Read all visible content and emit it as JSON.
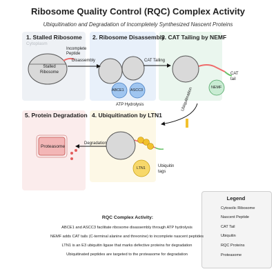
{
  "header": {
    "title": "Ribosome Quality Control (RQC) Complex Activity",
    "subtitle": "Ubiquitination and Degradation of Incompletely Synthesized Nascent Proteins"
  },
  "panels": {
    "p1": {
      "title": "1. Stalled Ribosome",
      "cytoplasm": "Cytoplasm",
      "ribosome_label": "Stalled\nRibosome",
      "peptide_label": "Incomplete\nPeptide"
    },
    "p2": {
      "title": "2. Ribosome Disassembly",
      "abce1": "ABCE1",
      "ascc3": "ASCC3",
      "caption": "ATP Hydrolysis"
    },
    "p3": {
      "title": "3. CAT Tailing by NEMF",
      "nemf": "NEMF",
      "cat_tail": "CAT\ntail"
    },
    "p4": {
      "title": "4. Ubiquitination by LTN1",
      "ltn1": "LTN1",
      "ubiquitin_tags": "Ubiquitin\ntags"
    },
    "p5": {
      "title": "5. Protein Degradation",
      "proteasome": "Proteasome"
    }
  },
  "arrows": {
    "disassembly": "Disassembly",
    "cat_tailing": "CAT Tailing",
    "ubiquitination": "Ubiquitination",
    "degradation": "Degradation"
  },
  "legend": {
    "title": "Legend",
    "items": [
      {
        "label": "Cytosolic Ribosome",
        "icon": "ribosome-ellipse",
        "color": "#d9d9d9"
      },
      {
        "label": "Nascent Peptide",
        "icon": "red-line",
        "color": "#ef6b6b"
      },
      {
        "label": "CAT Tail",
        "icon": "green-line",
        "color": "#6cc46c"
      },
      {
        "label": "Ubiquitin",
        "icon": "yellow-circle",
        "color": "#f2c12e"
      },
      {
        "label": "RQC Proteins",
        "icon": "blue-circle",
        "color": "#9fc5f0"
      },
      {
        "label": "Proteasome",
        "icon": "red-rect",
        "color": "#f3b6b6"
      }
    ]
  },
  "summary": {
    "title": "RQC Complex Activity:",
    "lines": [
      "ABCE1 and ASCC3 facilitate ribosome disassembly through ATP hydrolysis",
      "NEMF adds CAT tails (C-terminal alanine and threonine) to incomplete nascent peptides",
      "LTN1 is an E3 ubiquitin ligase that marks defective proteins for degradation",
      "Ubiquitinated peptides are targeted to the proteasome for degradation"
    ]
  },
  "colors": {
    "ribosome": "#d9d9d9",
    "peptide": "#ef6b6b",
    "cat_tail": "#6cc46c",
    "ubiquitin": "#f2c12e",
    "rqc_protein": "#9fc5f0",
    "nemf": "#c9ecd3",
    "proteasome": "#f3b6b6"
  }
}
